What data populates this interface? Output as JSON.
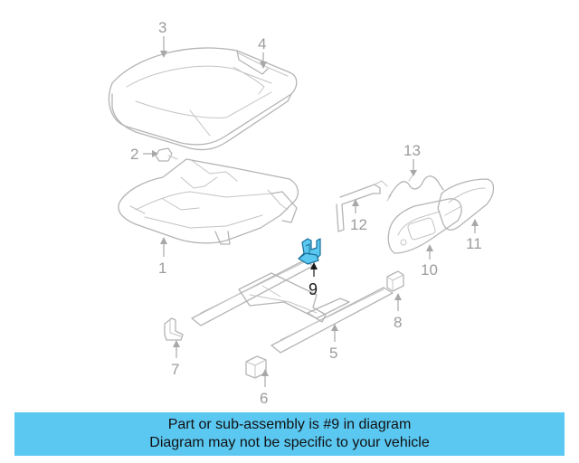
{
  "callouts": [
    {
      "id": "1",
      "label": "1"
    },
    {
      "id": "2",
      "label": "2"
    },
    {
      "id": "3",
      "label": "3"
    },
    {
      "id": "4",
      "label": "4"
    },
    {
      "id": "5",
      "label": "5"
    },
    {
      "id": "6",
      "label": "6"
    },
    {
      "id": "7",
      "label": "7"
    },
    {
      "id": "8",
      "label": "8"
    },
    {
      "id": "9",
      "label": "9"
    },
    {
      "id": "10",
      "label": "10"
    },
    {
      "id": "11",
      "label": "11"
    },
    {
      "id": "12",
      "label": "12"
    },
    {
      "id": "13",
      "label": "13"
    }
  ],
  "highlighted_part": "9",
  "colors": {
    "highlight": "#5bc8f2",
    "line": "#b4b4b4",
    "label": "#9c9c9c",
    "highlight_label": "#1a1a1a"
  },
  "banner": {
    "line1": "Part or sub-assembly is #9 in diagram",
    "line2": "Diagram may not be specific to your vehicle"
  }
}
